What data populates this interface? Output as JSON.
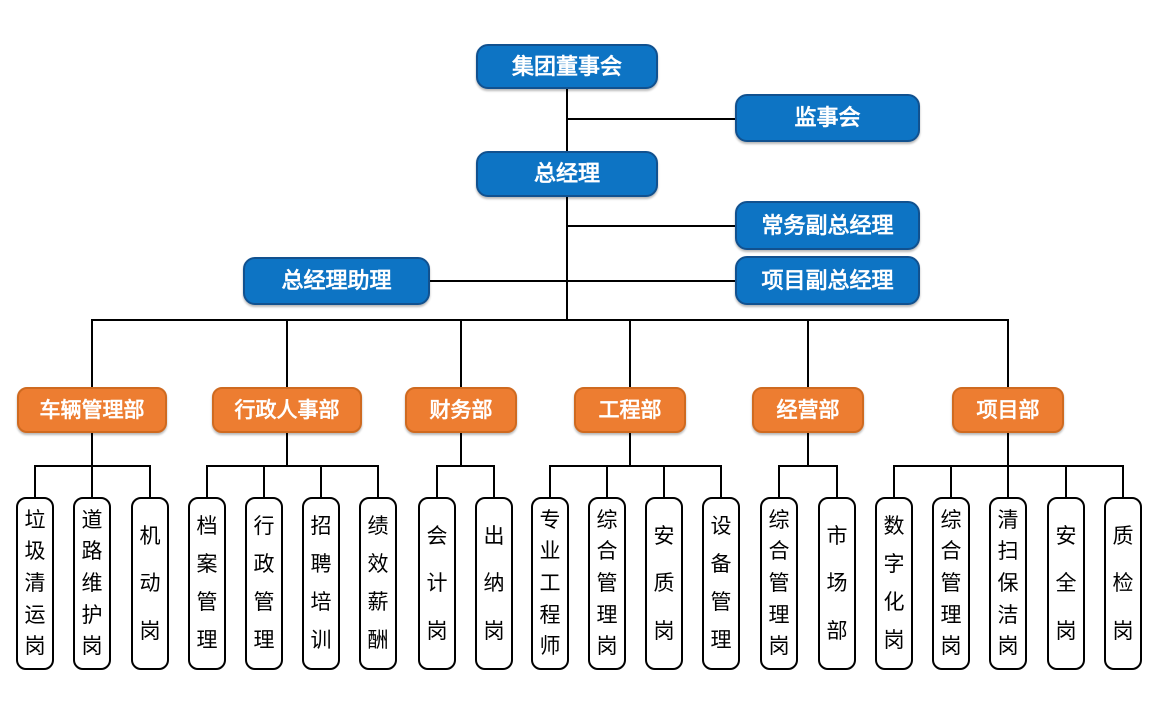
{
  "palette": {
    "blue": "#0d74c4",
    "blueBorder": "#11518f",
    "orange": "#ED7D31",
    "orangeBorder": "#cf6a20",
    "lineColor": "#000000",
    "positionBoxBorder": "#000000"
  },
  "top": {
    "board": "集团董事会",
    "supervisory": "监事会",
    "gm": "总经理",
    "exec_deputy_gm": "常务副总经理",
    "project_deputy_gm": "项目副总经理",
    "gm_assistant": "总经理助理"
  },
  "departments": [
    {
      "label": "车辆管理部",
      "children": [
        "垃圾清运岗",
        "道路维护岗",
        "机动岗"
      ]
    },
    {
      "label": "行政人事部",
      "children": [
        "档案管理",
        "行政管理",
        "招聘培训",
        "绩效薪酬"
      ]
    },
    {
      "label": "财务部",
      "children": [
        "会计岗",
        "出纳岗"
      ]
    },
    {
      "label": "工程部",
      "children": [
        "专业工程师",
        "综合管理岗",
        "安质岗",
        "设备管理"
      ]
    },
    {
      "label": "经营部",
      "children": [
        "综合管理岗",
        "市场部"
      ]
    },
    {
      "label": "项目部",
      "children": [
        "数字化岗",
        "综合管理岗",
        "清扫保洁岗",
        "安全岗",
        "质检岗"
      ]
    }
  ]
}
